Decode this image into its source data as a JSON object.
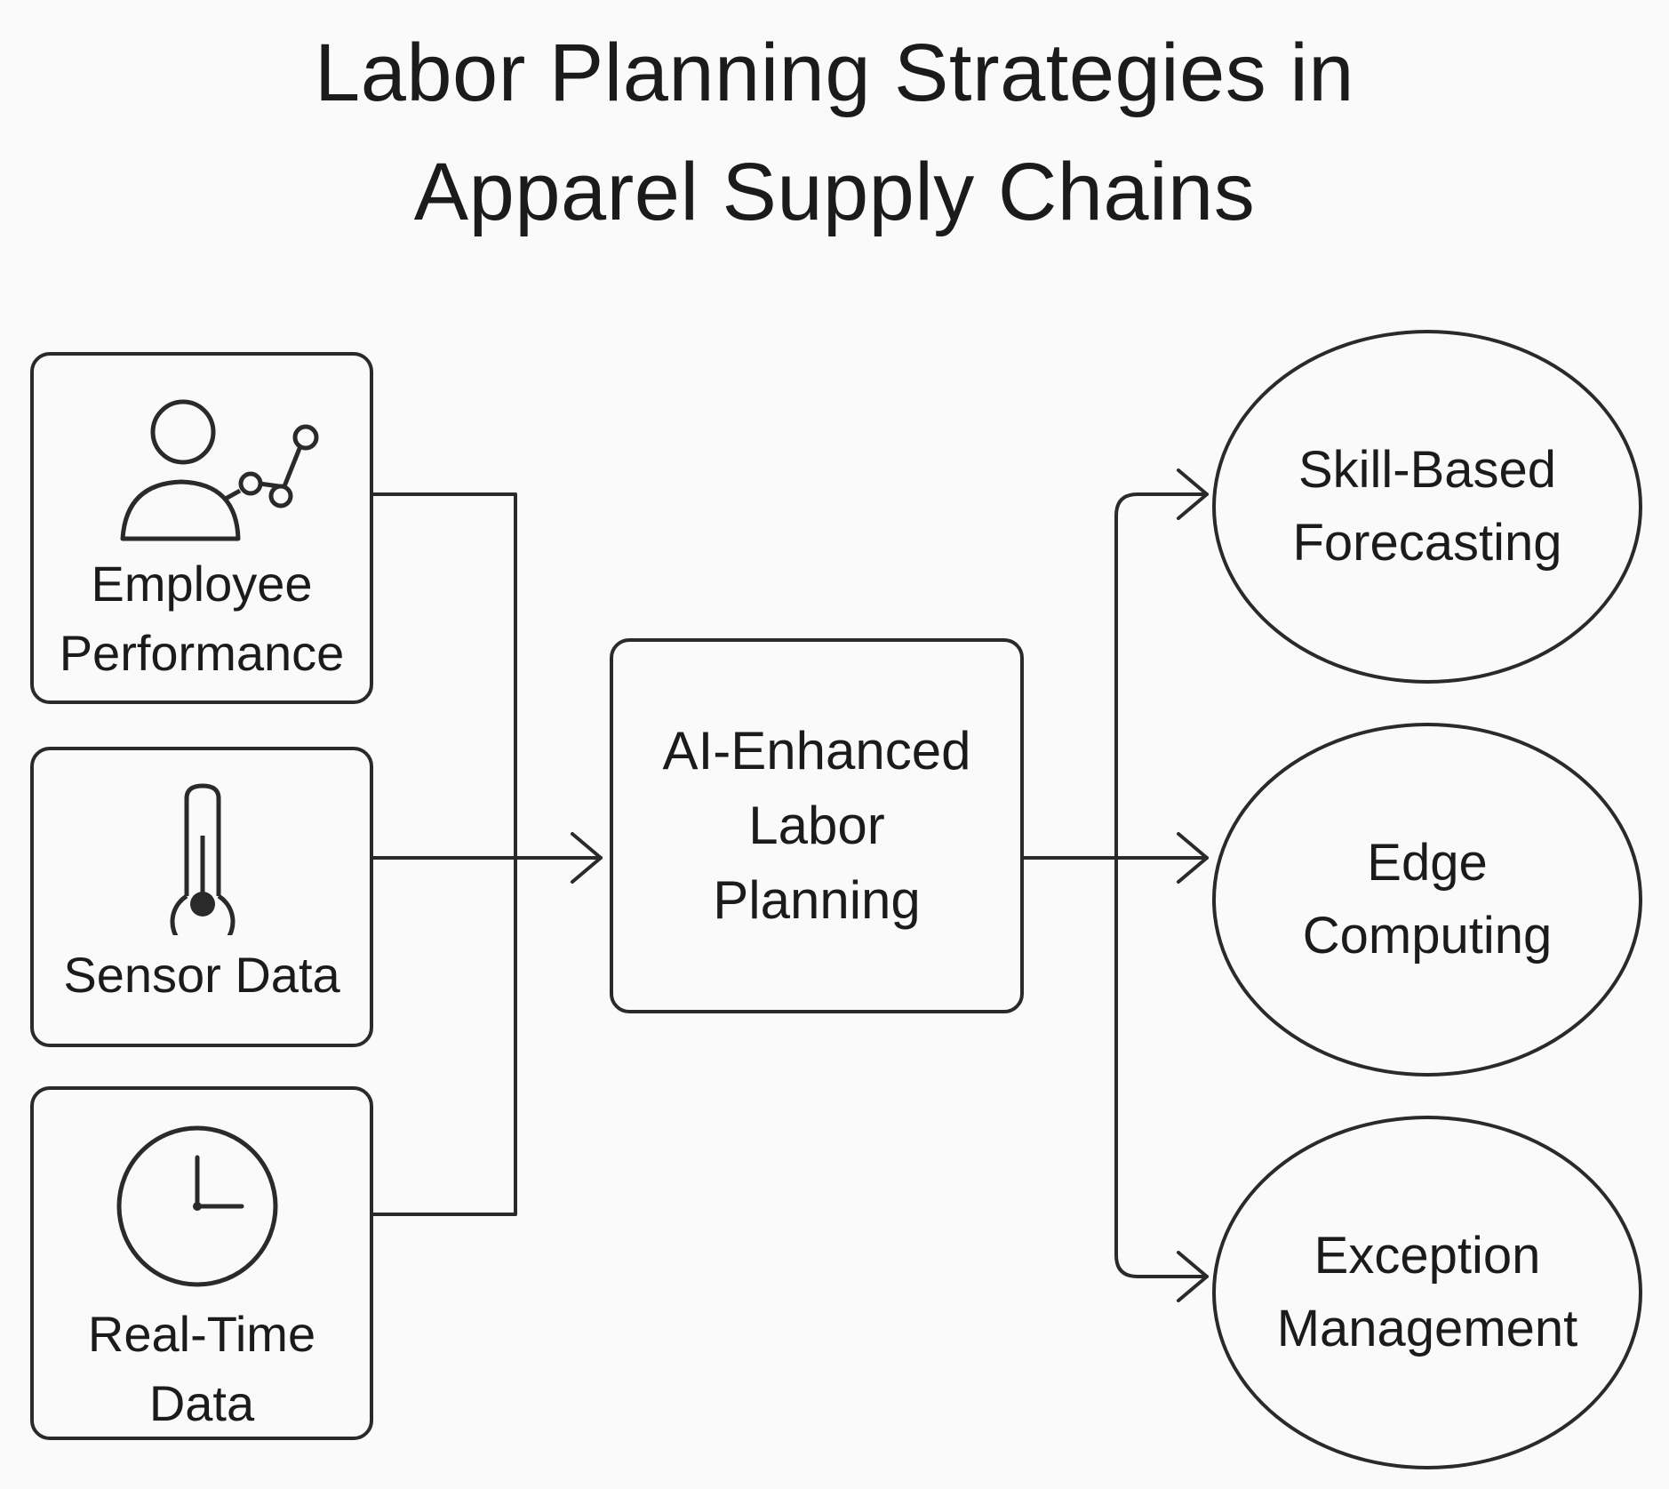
{
  "title": {
    "line1": "Labor Planning Strategies in",
    "line2": "Apparel Supply Chains"
  },
  "inputs": [
    {
      "icon": "person-network-icon",
      "label_lines": [
        "Employee",
        "Performance"
      ]
    },
    {
      "icon": "thermometer-icon",
      "label_lines": [
        "Sensor Data"
      ]
    },
    {
      "icon": "clock-icon",
      "label_lines": [
        "Real-Time",
        "Data"
      ]
    }
  ],
  "center": {
    "label_lines": [
      "AI-Enhanced",
      "Labor",
      "Planning"
    ]
  },
  "outputs": [
    {
      "label_lines": [
        "Skill-Based",
        "Forecasting"
      ]
    },
    {
      "label_lines": [
        "Edge",
        "Computing"
      ]
    },
    {
      "label_lines": [
        "Exception",
        "Management"
      ]
    }
  ],
  "colors": {
    "stroke": "#2a2a2a",
    "background": "#fafafa",
    "text": "#1b1b1b"
  }
}
